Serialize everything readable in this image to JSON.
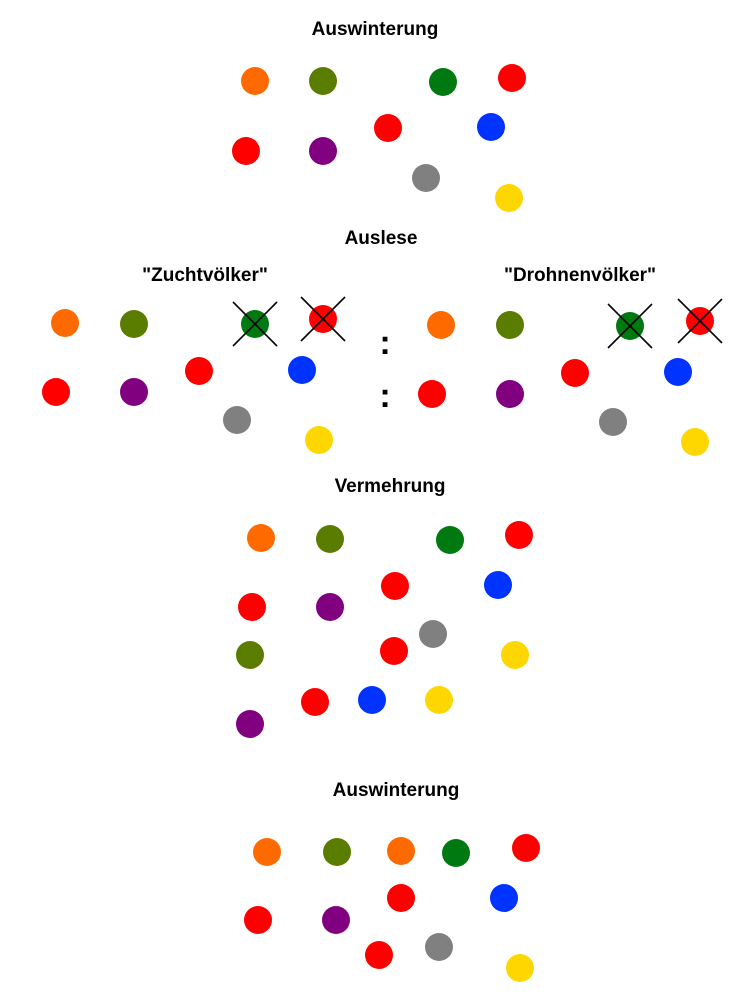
{
  "colors": {
    "orange": "#ff6a00",
    "olive": "#5a7d00",
    "green": "#007a10",
    "red": "#ff0000",
    "purple": "#800080",
    "blue": "#0033ff",
    "gray": "#808080",
    "yellow": "#ffd700",
    "cross": "#000000"
  },
  "stages": {
    "winter1": "Auswinterung",
    "selection": "Auslese",
    "breeding_colonies": "\"Zuchtvölker\"",
    "drone_colonies": "\"Drohnenvölker\"",
    "separator": ":",
    "multiplication": "Vermehrung",
    "winter2": "Auswinterung"
  },
  "groups": [
    {
      "name": "winter1",
      "colonies": [
        {
          "color": "orange"
        },
        {
          "color": "olive"
        },
        {
          "color": "green"
        },
        {
          "color": "red"
        },
        {
          "color": "red"
        },
        {
          "color": "purple"
        },
        {
          "color": "red"
        },
        {
          "color": "blue"
        },
        {
          "color": "gray"
        },
        {
          "color": "yellow"
        }
      ]
    },
    {
      "name": "breeding",
      "colonies": [
        {
          "color": "orange"
        },
        {
          "color": "olive"
        },
        {
          "color": "green",
          "eliminated": true
        },
        {
          "color": "red",
          "eliminated": true
        },
        {
          "color": "red"
        },
        {
          "color": "purple"
        },
        {
          "color": "red"
        },
        {
          "color": "blue"
        },
        {
          "color": "gray"
        },
        {
          "color": "yellow"
        }
      ]
    },
    {
      "name": "drones",
      "colonies": [
        {
          "color": "orange"
        },
        {
          "color": "olive"
        },
        {
          "color": "green",
          "eliminated": true
        },
        {
          "color": "red",
          "eliminated": true
        },
        {
          "color": "red"
        },
        {
          "color": "purple"
        },
        {
          "color": "red"
        },
        {
          "color": "blue"
        },
        {
          "color": "gray"
        },
        {
          "color": "yellow"
        }
      ]
    },
    {
      "name": "multiplication",
      "colonies": [
        {
          "color": "orange"
        },
        {
          "color": "olive"
        },
        {
          "color": "green"
        },
        {
          "color": "red"
        },
        {
          "color": "red"
        },
        {
          "color": "purple"
        },
        {
          "color": "red"
        },
        {
          "color": "blue"
        },
        {
          "color": "gray"
        },
        {
          "color": "olive"
        },
        {
          "color": "red"
        },
        {
          "color": "yellow"
        },
        {
          "color": "red"
        },
        {
          "color": "blue"
        },
        {
          "color": "yellow"
        },
        {
          "color": "purple"
        }
      ]
    },
    {
      "name": "winter2",
      "colonies": [
        {
          "color": "orange"
        },
        {
          "color": "olive"
        },
        {
          "color": "orange"
        },
        {
          "color": "green"
        },
        {
          "color": "red"
        },
        {
          "color": "red"
        },
        {
          "color": "purple"
        },
        {
          "color": "red"
        },
        {
          "color": "blue"
        },
        {
          "color": "red"
        },
        {
          "color": "gray"
        },
        {
          "color": "yellow"
        }
      ]
    }
  ]
}
